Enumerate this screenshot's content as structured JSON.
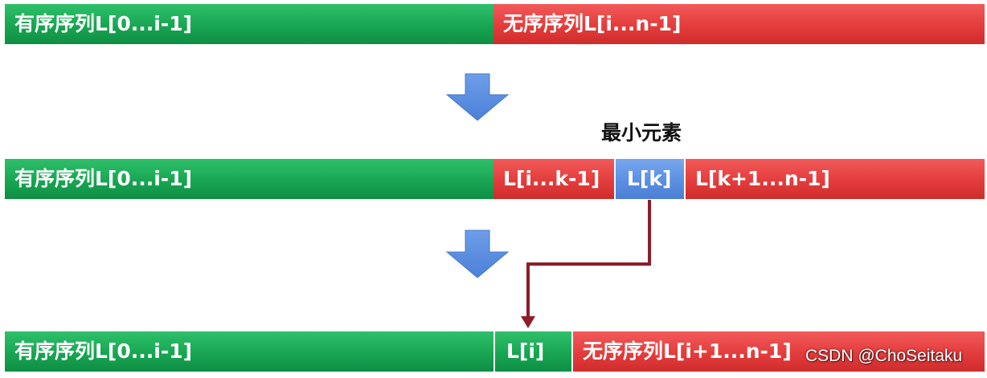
{
  "row1": {
    "sorted_label": "有序序列L[0...i-1]",
    "unsorted_label": "无序序列L[i...n-1]"
  },
  "row2": {
    "sorted_label": "有序序列L[0...i-1]",
    "left_unsorted_label": "L[i...k-1]",
    "min_label": "L[k]",
    "right_unsorted_label": "L[k+1...n-1]",
    "min_caption": "最小元素"
  },
  "row3": {
    "sorted_label": "有序序列L[0...i-1]",
    "placed_label": "L[i]",
    "unsorted_label": "无序序列L[i+1...n-1]"
  },
  "watermark": "CSDN @ChoSeitaku",
  "colors": {
    "sorted_green": "#18a552",
    "unsorted_red": "#e43c3c",
    "min_blue": "#5a8fe2",
    "step_arrow_blue": "#5b8fe2",
    "move_arrow_darkred": "#8e1c2a"
  }
}
